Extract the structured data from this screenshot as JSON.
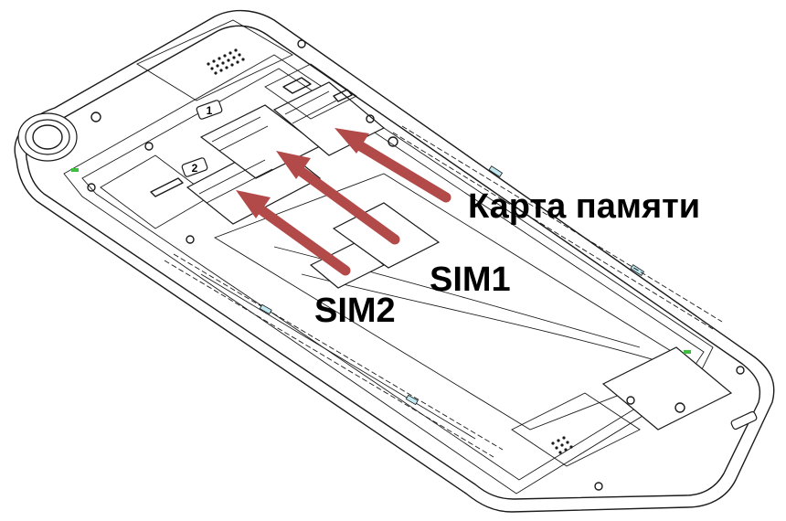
{
  "labels": {
    "memory_card": "Карта памяти",
    "sim1": "SIM1",
    "sim2": "SIM2"
  },
  "slot_marks": {
    "slot1": "1",
    "slot2": "2"
  },
  "colors": {
    "arrow": "#b34a4a",
    "outline": "#1a1a1a",
    "accent_cyan": "#bfe8f0",
    "accent_green": "#3fbf3f"
  }
}
